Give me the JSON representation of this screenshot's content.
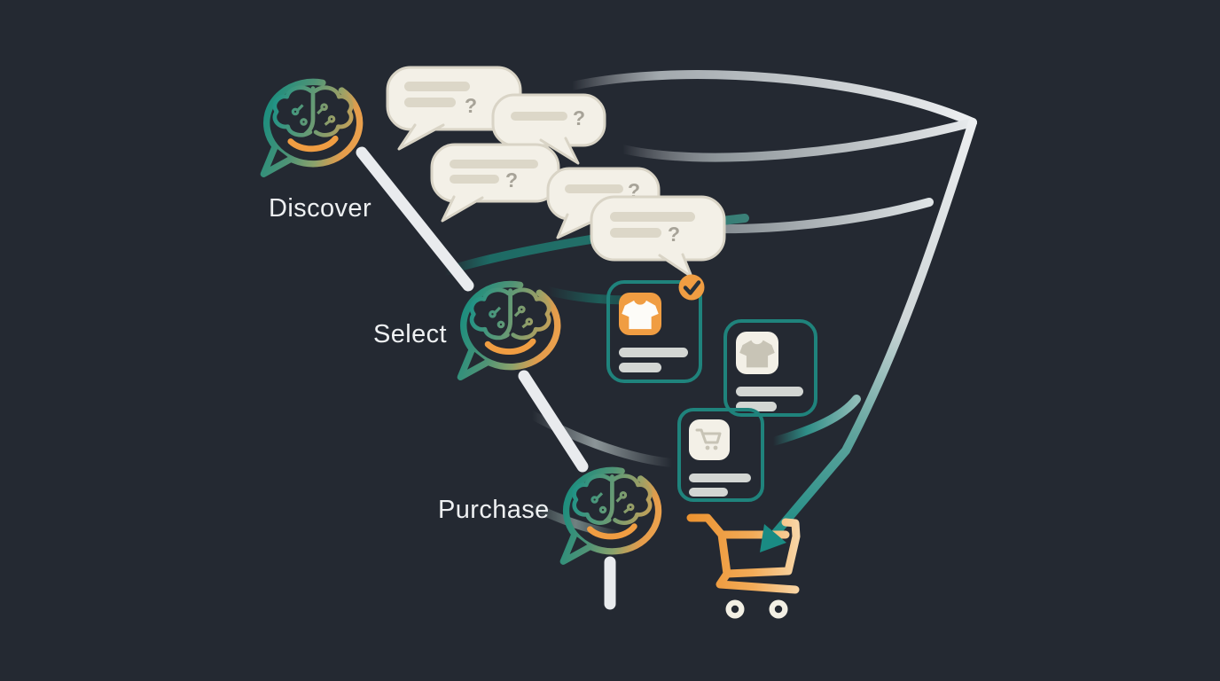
{
  "stages": [
    {
      "id": "discover",
      "label": "Discover"
    },
    {
      "id": "select",
      "label": "Select"
    },
    {
      "id": "purchase",
      "label": "Purchase"
    }
  ],
  "bubble": {
    "question_mark": "?"
  },
  "colors": {
    "background": "#242932",
    "funnel_light": "#eceef0",
    "teal": "#1f837c",
    "teal_dark": "#1d6a64",
    "arrow_teal": "#1a8b83",
    "orange": "#f09d42",
    "orange_light": "#f8d9ad",
    "cream": "#f3f0e7",
    "bubble_border": "#d9d4c6",
    "bubble_bar": "#dcd7c8",
    "question_mark": "#a7a398",
    "card_bar": "#d3d6d3",
    "thumb_glyph": "#c8c4b6",
    "check_mark": "#27313a",
    "label_text": "#eef0f2"
  }
}
